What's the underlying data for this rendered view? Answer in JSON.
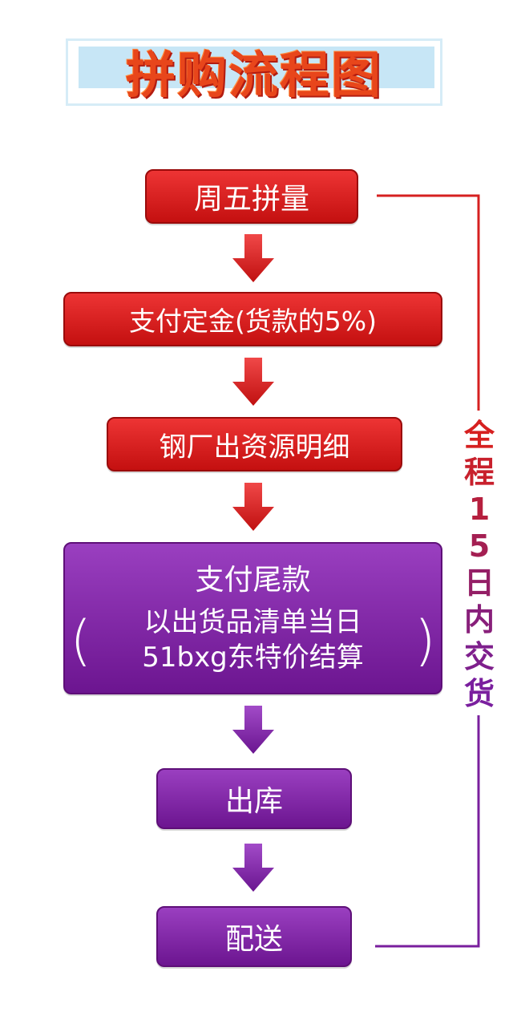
{
  "title": "拼购流程图",
  "steps": [
    {
      "label": "周五拼量"
    },
    {
      "label": "支付定金(货款的5%)"
    },
    {
      "label": "钢厂出资源明细"
    },
    {
      "label": "支付尾款",
      "note_lines": [
        "以出货品清单当日",
        "51bxg东特价结算"
      ],
      "note_open": "(",
      "note_close": ")"
    },
    {
      "label": "出库"
    },
    {
      "label": "配送"
    }
  ],
  "side_label": [
    "全",
    "程",
    "1",
    "5",
    "日",
    "内",
    "交",
    "货"
  ],
  "colors": {
    "red": "#d62020",
    "purple": "#7a1f9e",
    "title": "#e8461b",
    "title_band": "#c7e6f6"
  }
}
